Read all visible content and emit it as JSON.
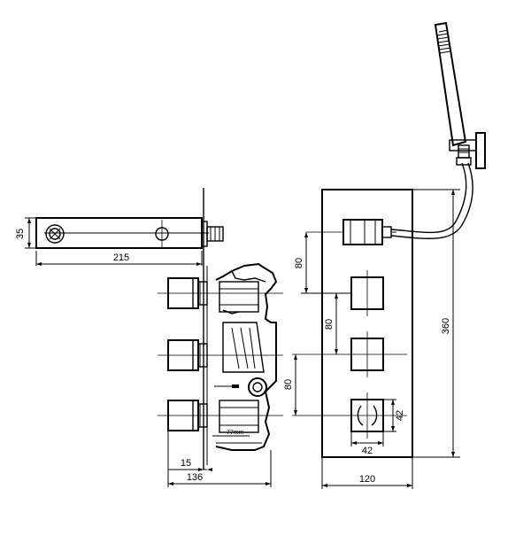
{
  "dimensions": {
    "outlet_height": "35",
    "outlet_length": "215",
    "spacing_top": "80",
    "spacing_middle": "80",
    "spacing_bottom": "80",
    "total_height": "360",
    "handle_height": "42",
    "handle_width": "42",
    "wall_offset": "15",
    "depth": "136",
    "plate_width": "120"
  },
  "notes": {
    "plaster_depth": "77mm"
  }
}
